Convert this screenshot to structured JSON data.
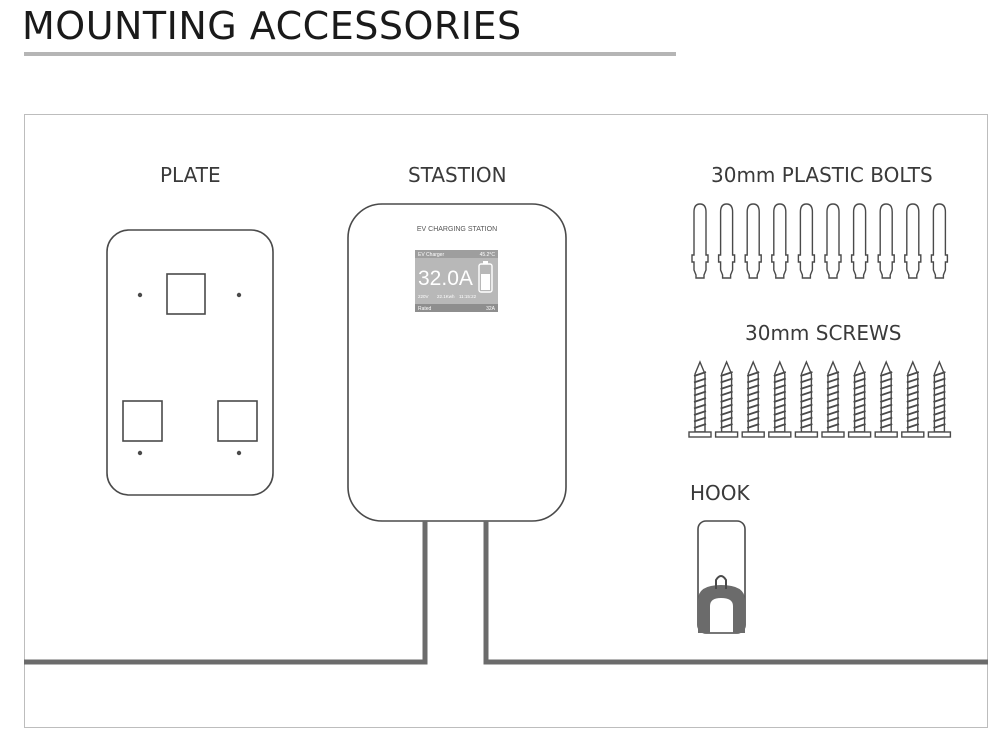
{
  "header": {
    "title": "MOUNTING ACCESSORIES"
  },
  "labels": {
    "plate": "PLATE",
    "station": "STASTION",
    "bolts": "30mm PLASTIC BOLTS",
    "screws": "30mm SCREWS",
    "hook": "HOOK"
  },
  "screen": {
    "header_text": "EV CHARGING STATION",
    "title_left": "EV Charger",
    "title_right": "45.2°C",
    "current": "32.0A",
    "info_left": "220V",
    "info_mid": "22.1Kwh",
    "info_right": "11:15:22",
    "footer_left": "Rated",
    "footer_right": "32A"
  },
  "counts": {
    "bolts": 10,
    "screws": 10
  },
  "colors": {
    "line": "#4a4a4a",
    "frame": "#bdbdbd",
    "fill_dark": "#6b6b6b",
    "screen_bg": "#b8b8b8"
  }
}
